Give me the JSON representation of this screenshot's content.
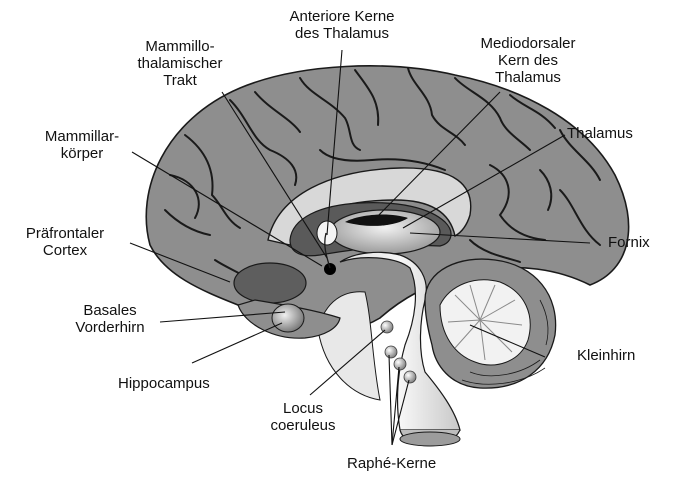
{
  "diagram": {
    "labels": {
      "anteriore_kerne": "Anteriore Kerne\ndes Thalamus",
      "mammillothalamischer_trakt": "Mammillo-\nthalamischer\nTrakt",
      "mediodorsaler_kern": "Mediodorsaler\nKern des\nThalamus",
      "mammillarkoerper": "Mammillar-\nkörper",
      "thalamus": "Thalamus",
      "praefrontaler_cortex": "Präfrontaler\nCortex",
      "fornix": "Fornix",
      "basales_vorderhirn": "Basales\nVorderhirn",
      "kleinhirn": "Kleinhirn",
      "hippocampus": "Hippocampus",
      "locus_coeruleus": "Locus\ncoeruleus",
      "raphe_kerne": "Raphé-Kerne"
    },
    "colors": {
      "cortex": "#8e8e8e",
      "sulci": "#1a1a1a",
      "deep_structure": "#5a5a5a",
      "white_matter": "#e6e6e6",
      "leader_lines": "#111111"
    }
  }
}
